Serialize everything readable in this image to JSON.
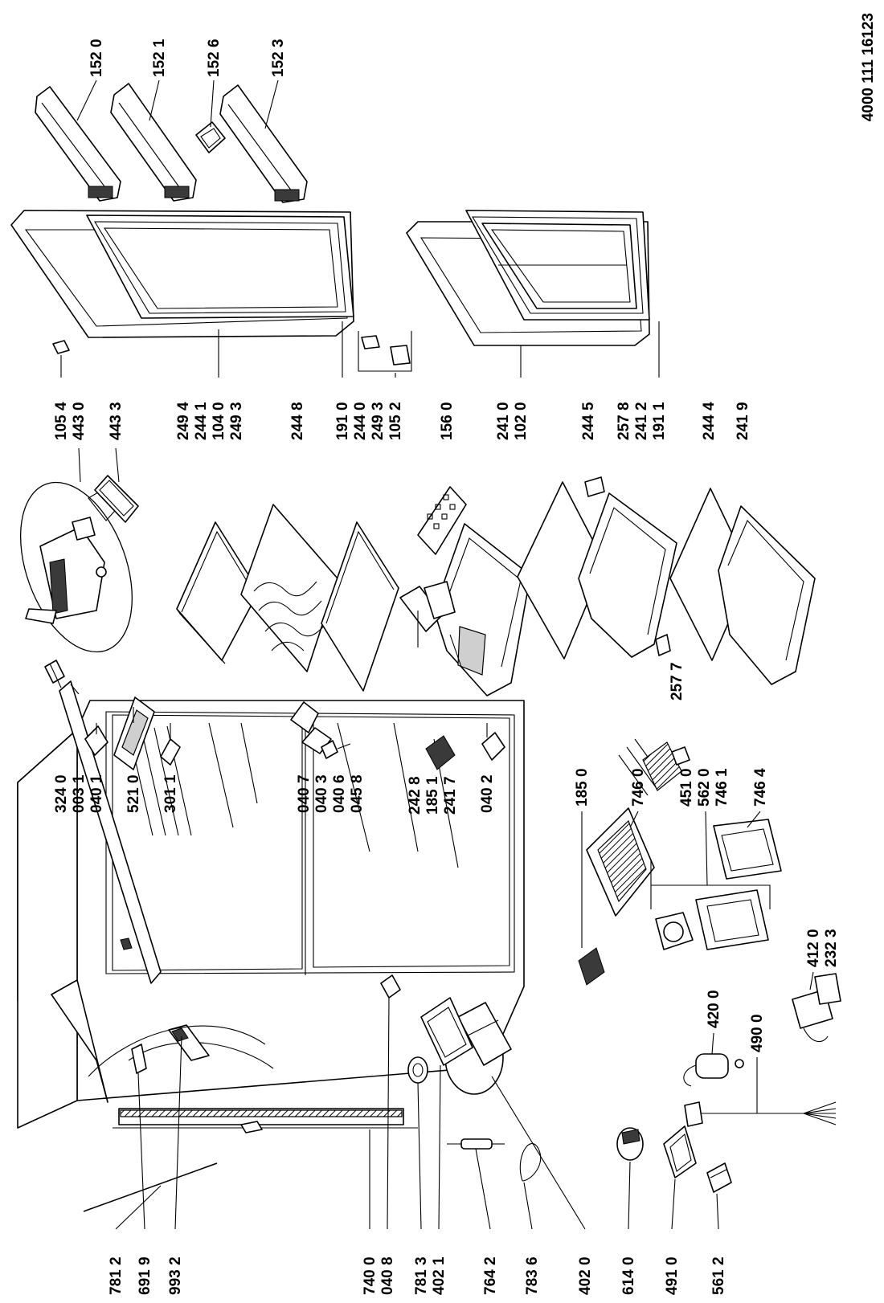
{
  "drawing": {
    "code": "4000 111 16123",
    "labels": {
      "c1520": "152 0",
      "c1521": "152 1",
      "c1526": "152 6",
      "c1523": "152 3",
      "c1054": "105 4",
      "c4430": "443 0",
      "c4433": "443 3",
      "c2494": "249 4",
      "c2441": "244 1",
      "c1040": "104 0",
      "c2493": "249 3",
      "c2448": "244 8",
      "c1910": "191 0",
      "c2440": "244 0",
      "c2493b": "249 3",
      "c1052": "105 2",
      "c1560": "156 0",
      "c2410": "241 0",
      "c1020": "102 0",
      "c2445": "244 5",
      "c2578": "257 8",
      "c2412": "241 2",
      "c1911": "191 1",
      "c2444": "244 4",
      "c2419": "241 9",
      "c2577": "257 7",
      "c2428": "242 8",
      "c1851": "185 1",
      "c2417": "241 7",
      "c3240": "324 0",
      "c0031": "003 1",
      "c0401": "040 1",
      "c5210": "521 0",
      "c3011": "301 1",
      "c0407": "040 7",
      "c0403": "040 3",
      "c0406": "040 6",
      "c0458": "045 8",
      "c0402": "040 2",
      "c1850": "185 0",
      "c7460": "746 0",
      "c4510": "451 0",
      "c5620": "562 0",
      "c7461": "746 1",
      "c7464": "746 4",
      "c4120": "412 0",
      "c2323": "232 3",
      "c4200": "420 0",
      "c4900": "490 0",
      "c7812": "781 2",
      "c6919": "691 9",
      "c9932": "993 2",
      "c7400": "740 0",
      "c0408": "040 8",
      "c7813": "781 3",
      "c4021": "402 1",
      "c7642": "764 2",
      "c7836": "783 6",
      "c4020": "402 0",
      "c6140": "614 0",
      "c4910": "491 0",
      "c5612": "561 2"
    }
  }
}
